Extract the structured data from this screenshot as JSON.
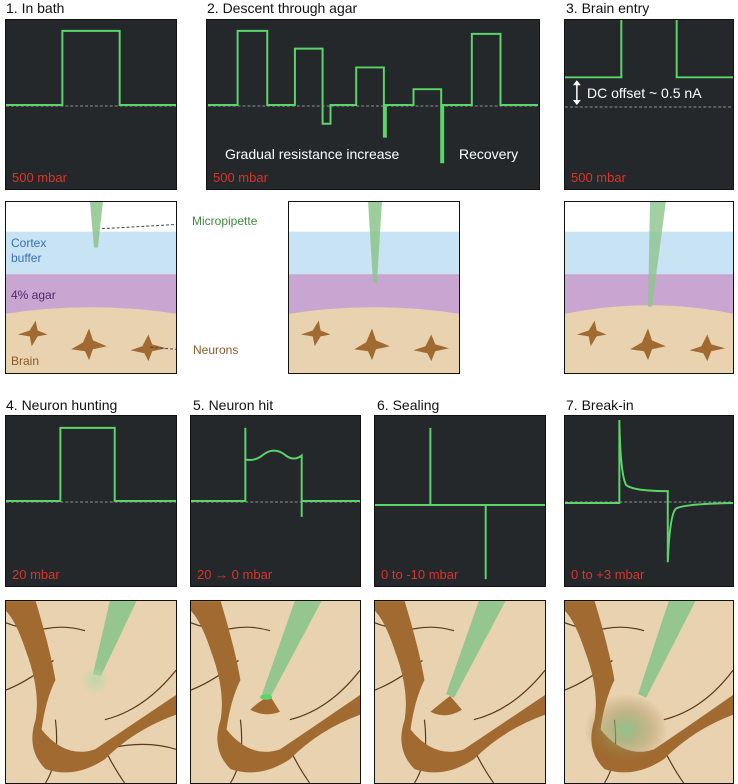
{
  "panels": [
    {
      "title": "1. In bath",
      "pressure": "500 mbar"
    },
    {
      "title": "2. Descent through agar",
      "pressure": "500 mbar"
    },
    {
      "title": "3. Brain entry",
      "pressure": "500 mbar"
    },
    {
      "title": "4. Neuron hunting",
      "pressure": "20 mbar"
    },
    {
      "title": "5. Neuron hit",
      "pressure": "20 → 0 mbar"
    },
    {
      "title": "6. Sealing",
      "pressure": "0 to -10 mbar"
    },
    {
      "title": "7. Break-in",
      "pressure": "0 to +3 mbar"
    }
  ],
  "annotations": {
    "gradual": "Gradual resistance increase",
    "recovery": "Recovery",
    "dc_offset": "DC offset ~ 0.5 nA"
  },
  "labels": {
    "micropipette": "Micropipette",
    "cortex_buffer_1": "Cortex",
    "cortex_buffer_2": "buffer",
    "agar": "4% agar",
    "brain": "Brain",
    "neurons": "Neurons"
  },
  "colors": {
    "trace": "#5bd46a",
    "scope_bg": "#24282a",
    "pressure_text": "#d8342c",
    "buffer": "#c8e3f3",
    "agar": "#c9a6d1",
    "brain": "#e8d2b0",
    "neuron": "#a06a30",
    "pipette": "#8cc48c"
  }
}
